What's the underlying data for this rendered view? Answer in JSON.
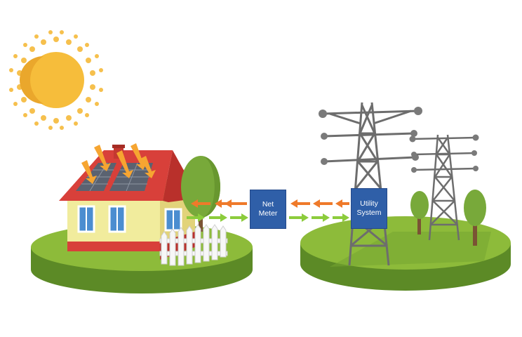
{
  "labels": {
    "net_meter": {
      "line1": "Net",
      "line2": "Meter"
    },
    "utility_system": {
      "line1": "Utility",
      "line2": "System"
    }
  },
  "flows": [
    {
      "name": "grid-to-home",
      "color": "#ef7a2a",
      "direction": "left"
    },
    {
      "name": "home-to-grid",
      "color": "#8ccc3c",
      "direction": "right"
    }
  ],
  "colors": {
    "sun": "#f6bd3b",
    "sun_rays": "#f6c04d",
    "roof": "#d8403a",
    "walls": "#f1ec9d",
    "grass": "#8dbb3a",
    "tower": "#6d6d6d",
    "box": "#2f5fa8"
  }
}
